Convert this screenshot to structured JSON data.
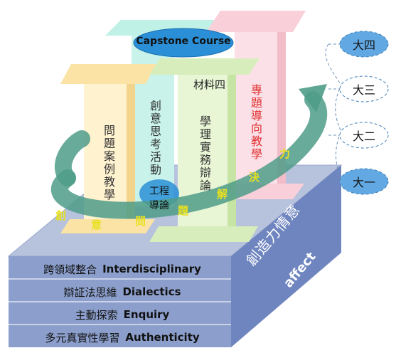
{
  "capstone": "Capstone Course",
  "pillars": {
    "problem_case": "問題案例教學",
    "creative_thinking": "創意思考活動",
    "engineering_intro": "工程導論",
    "theory_practice": "學理實務辯論",
    "project_based": "專題導向教學",
    "materials_four": "材料四"
  },
  "arc_chars": [
    "創",
    "意",
    "問",
    "題",
    "解",
    "決",
    "力"
  ],
  "base_rows": [
    {
      "zh": "跨領域整合",
      "en": "Interdisciplinary"
    },
    {
      "zh": "辯証法思維",
      "en": "Dialectics"
    },
    {
      "zh": "主動探索",
      "en": "Enquiry"
    },
    {
      "zh": "多元真實性學習",
      "en": "Authenticity"
    }
  ],
  "side_label": {
    "zh": "創造力情意",
    "en": "affect"
  },
  "years": [
    "大四",
    "大三",
    "大二",
    "大一"
  ],
  "colors": {
    "base_top": "#b7c2dd",
    "base_front": "#8c9fcc",
    "base_side": "#6f85bf",
    "yellow": "#fbe3a6",
    "teal": "#b9efe4",
    "green": "#d7eebc",
    "pink": "#f9cfd9",
    "arc": "#4f9c88",
    "capstone": "#2a8fd6",
    "red_text": "#e03030"
  }
}
